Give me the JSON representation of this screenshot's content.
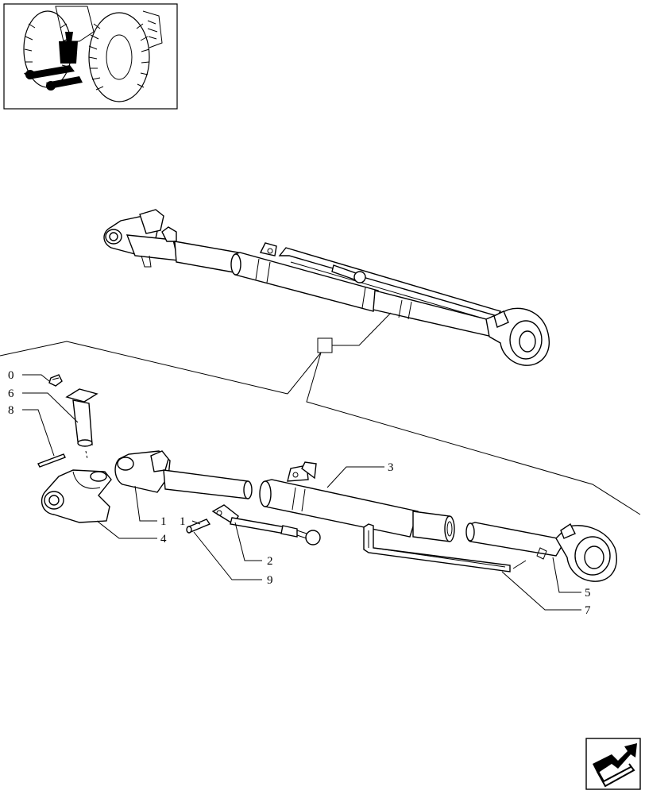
{
  "thumbnail": {
    "icon": "tractor-rear-three-point-hitch-thumbnail"
  },
  "nav": {
    "icon": "next-page-arrow-icon"
  },
  "callouts": {
    "assembly": "",
    "part_0": "0",
    "part_6": "6",
    "part_8": "8",
    "part_1a": "1",
    "part_4": "4",
    "part_1b": "1",
    "part_2": "2",
    "part_9": "9",
    "part_3": "3",
    "part_5": "5",
    "part_7": "7"
  }
}
